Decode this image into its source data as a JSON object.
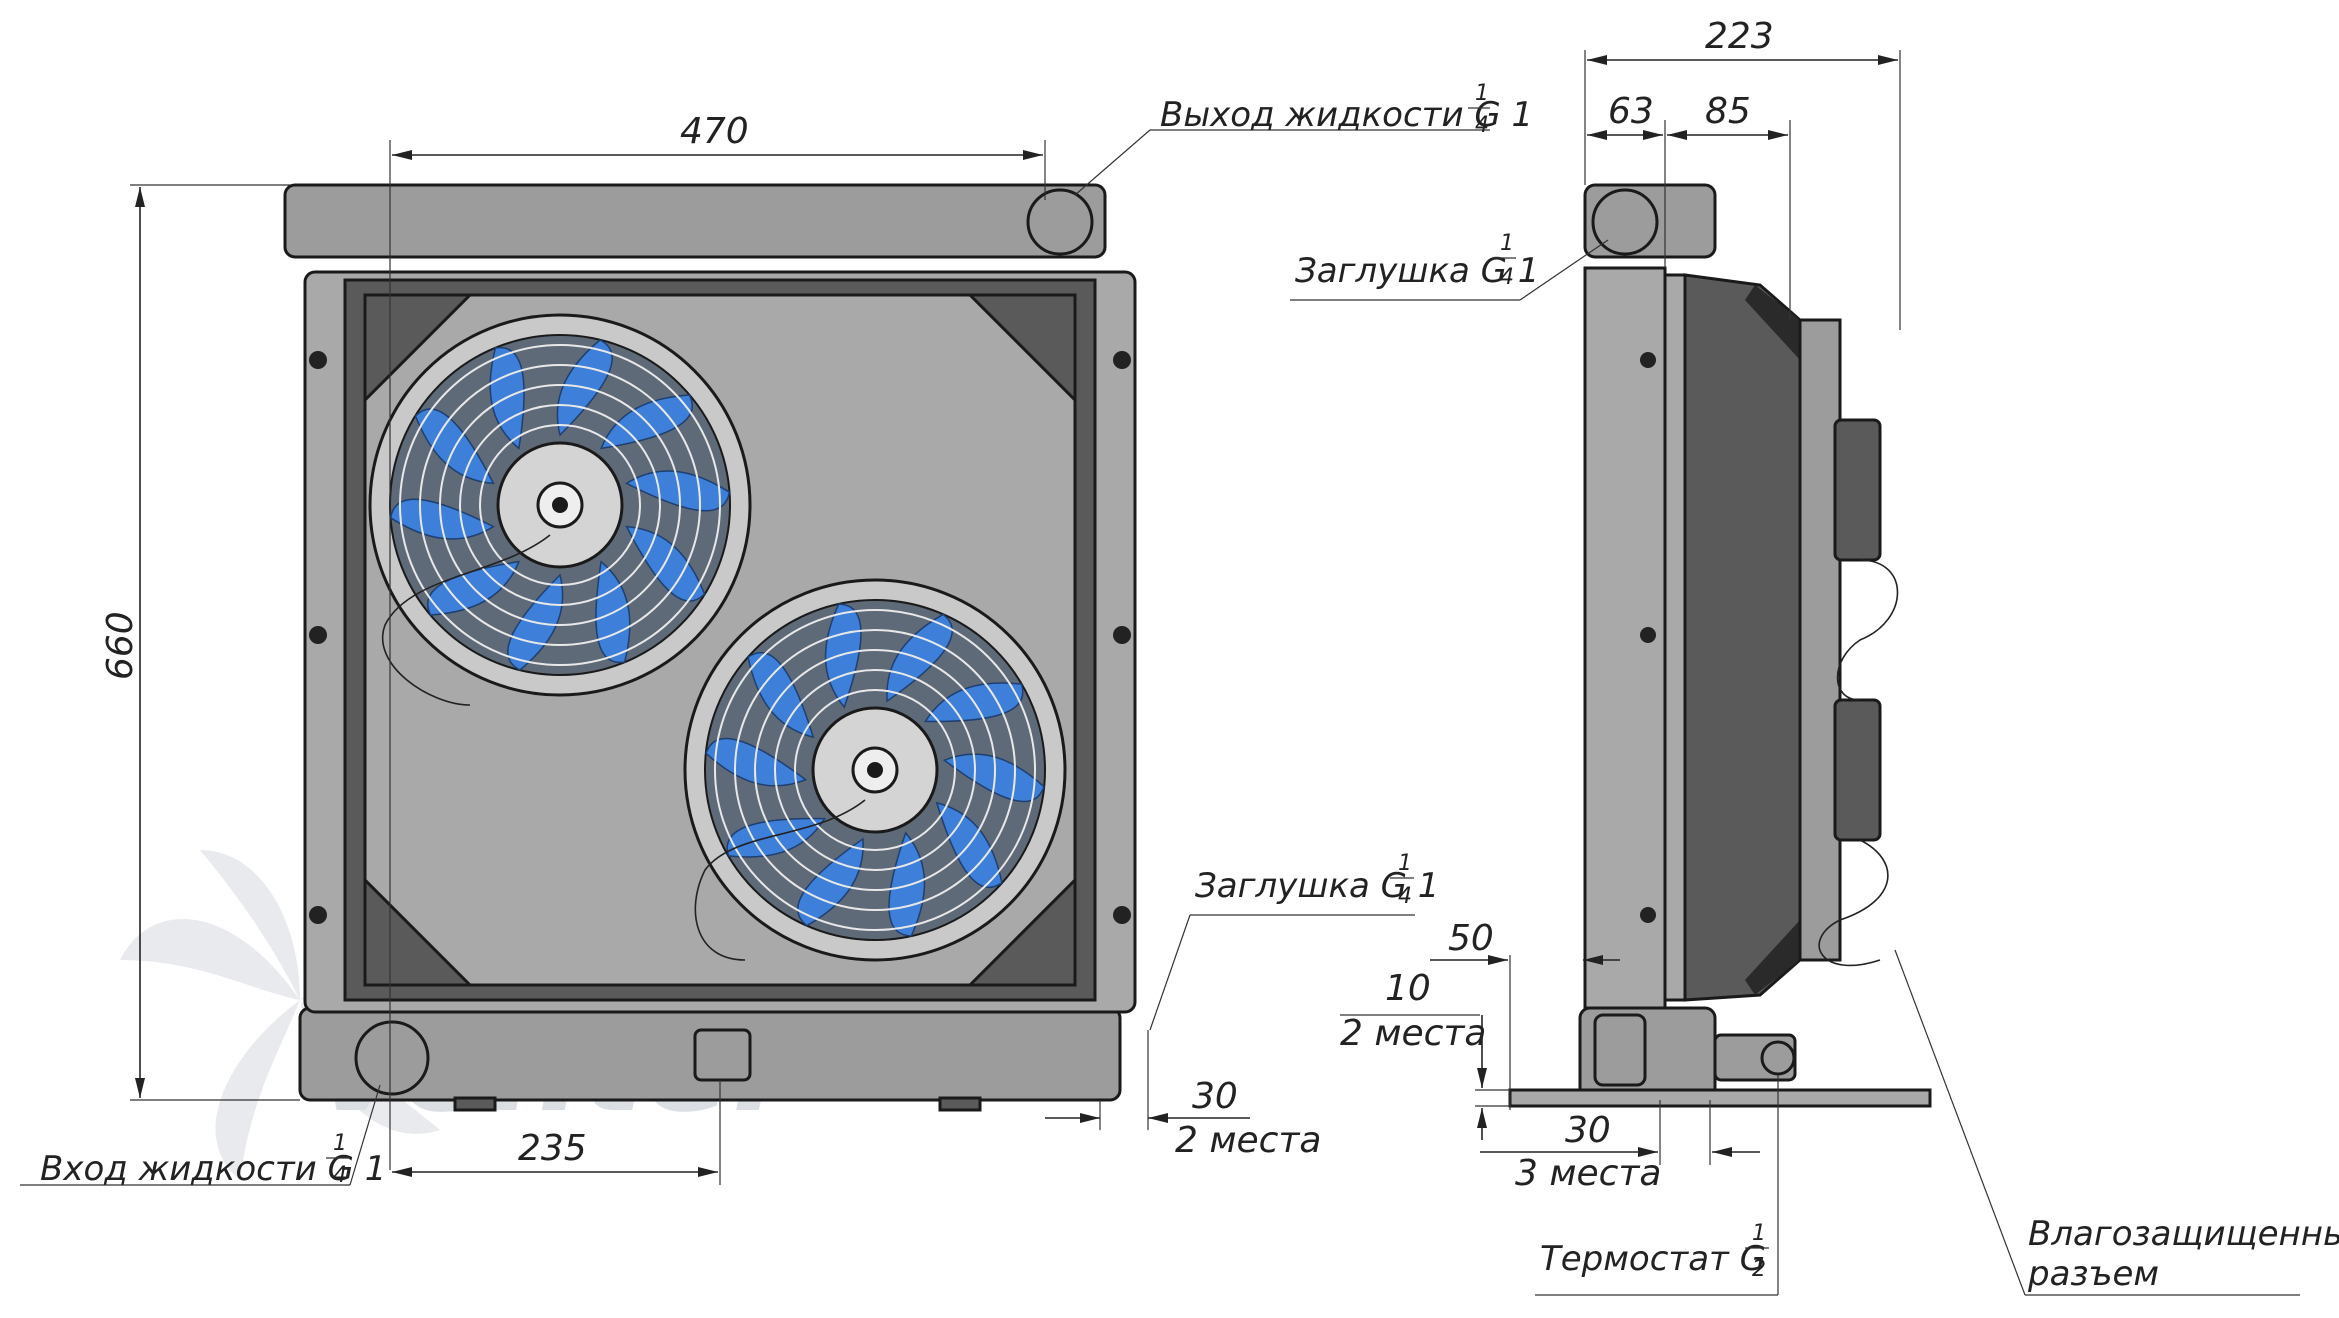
{
  "labels": {
    "outlet": "Выход жидкости G 1",
    "inlet": "Вход жидкости G 1",
    "plug_front": "Заглушка G 1",
    "plug_side": "Заглушка G 1",
    "thermostat": "Термостат G",
    "connector_line1": "Влагозащищенный",
    "connector_line2": "разъем",
    "frac_quarter_num": "1",
    "frac_quarter_den": "4",
    "frac_half_num": "1",
    "frac_half_den": "2"
  },
  "dimensions": {
    "width": "470",
    "height": "660",
    "inlet_offset": "235",
    "foot_front": "30",
    "foot_front_count": "2 места",
    "depth": "223",
    "depth_a": "63",
    "depth_b": "85",
    "foot_side_a": "50",
    "foot_side_b": "10",
    "foot_side_b_count": "2 места",
    "foot_side_c": "30",
    "foot_side_c_count": "3 места"
  },
  "watermark": "Ventel",
  "colors": {
    "body": "#a9a9a9",
    "frame_dark": "#5a5a5a",
    "fan_blade": "#3d7fd9",
    "fan_blade_light": "#7fc0f0",
    "watermark": "#2f7fd6"
  }
}
